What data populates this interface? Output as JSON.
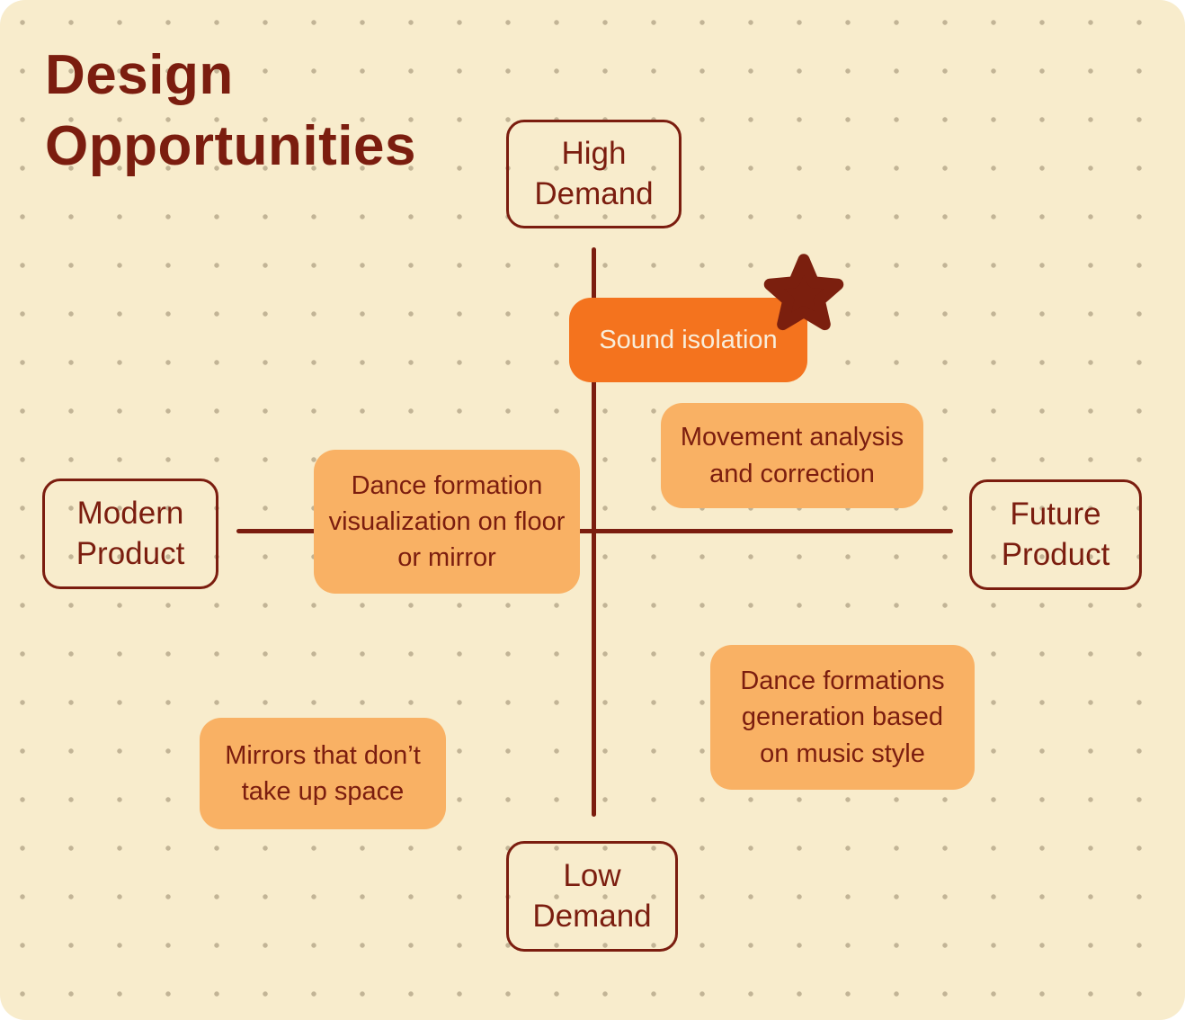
{
  "title": {
    "text": "Design Opportunities"
  },
  "axes": {
    "top": "High Demand",
    "bottom": "Low Demand",
    "left": "Modern Product",
    "right": "Future Product"
  },
  "cards": [
    {
      "id": "sound-isolation",
      "text": "Sound isolation",
      "style": "highlight-orange",
      "marker": "star-icon"
    },
    {
      "id": "movement-analysis",
      "text": "Movement analysis and correction",
      "style": "light-orange"
    },
    {
      "id": "dance-formation-visualization",
      "text": "Dance formation visualization on floor or mirror",
      "style": "light-orange"
    },
    {
      "id": "dance-formations-generation",
      "text": "Dance formations generation based on music style",
      "style": "light-orange"
    },
    {
      "id": "mirrors-space",
      "text": "Mirrors that don’t take up space",
      "style": "light-orange"
    }
  ],
  "icons": {
    "star": "star-icon"
  },
  "colors": {
    "background": "#F8ECCC",
    "dot_grid": "#96876A",
    "dark_maroon": "#7B1D0F",
    "card_light_orange": "#F9B164",
    "card_bright_orange": "#F4731E",
    "card_bright_text": "#F8EDDA"
  }
}
